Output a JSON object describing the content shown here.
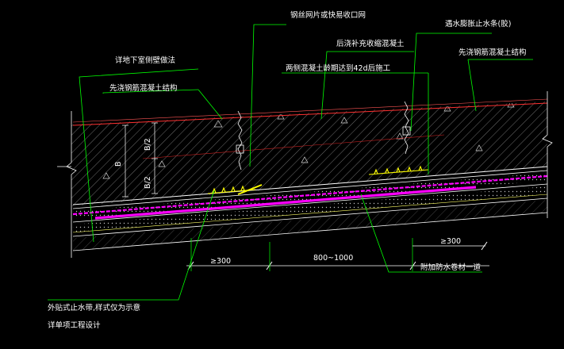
{
  "labels": {
    "steel_mesh": "钢丝网片或快易收口网",
    "swell_stop": "遇水膨胀止水条(胶)",
    "basement_wall": "详地下室侧壁做法",
    "post_pour_concrete": "后浇补充收缩混凝土",
    "first_pour_right": "先浇钢筋混凝土结构",
    "first_pour_left": "先浇钢筋混凝土结构",
    "age_note": "两侧混凝土龄期达到42d后施工",
    "external_waterstop": "外贴式止水带,样式仅为示意",
    "see_single_project": "详单项工程设计",
    "extra_membrane": "附加防水卷材一道"
  },
  "dimensions": {
    "thickness": "B",
    "half_upper": "B/2",
    "half_lower": "B/2",
    "left_extend": "≥300",
    "band_width": "800~1000",
    "right_extend": "≥300"
  },
  "colors": {
    "background": "#000000",
    "leader": "#00ff00",
    "structure_line": "#ffffff",
    "top_line": "#ff3030",
    "waterstop": "#ffff00",
    "membrane": "#ff00ff",
    "hatch": "#cfcfcf"
  }
}
